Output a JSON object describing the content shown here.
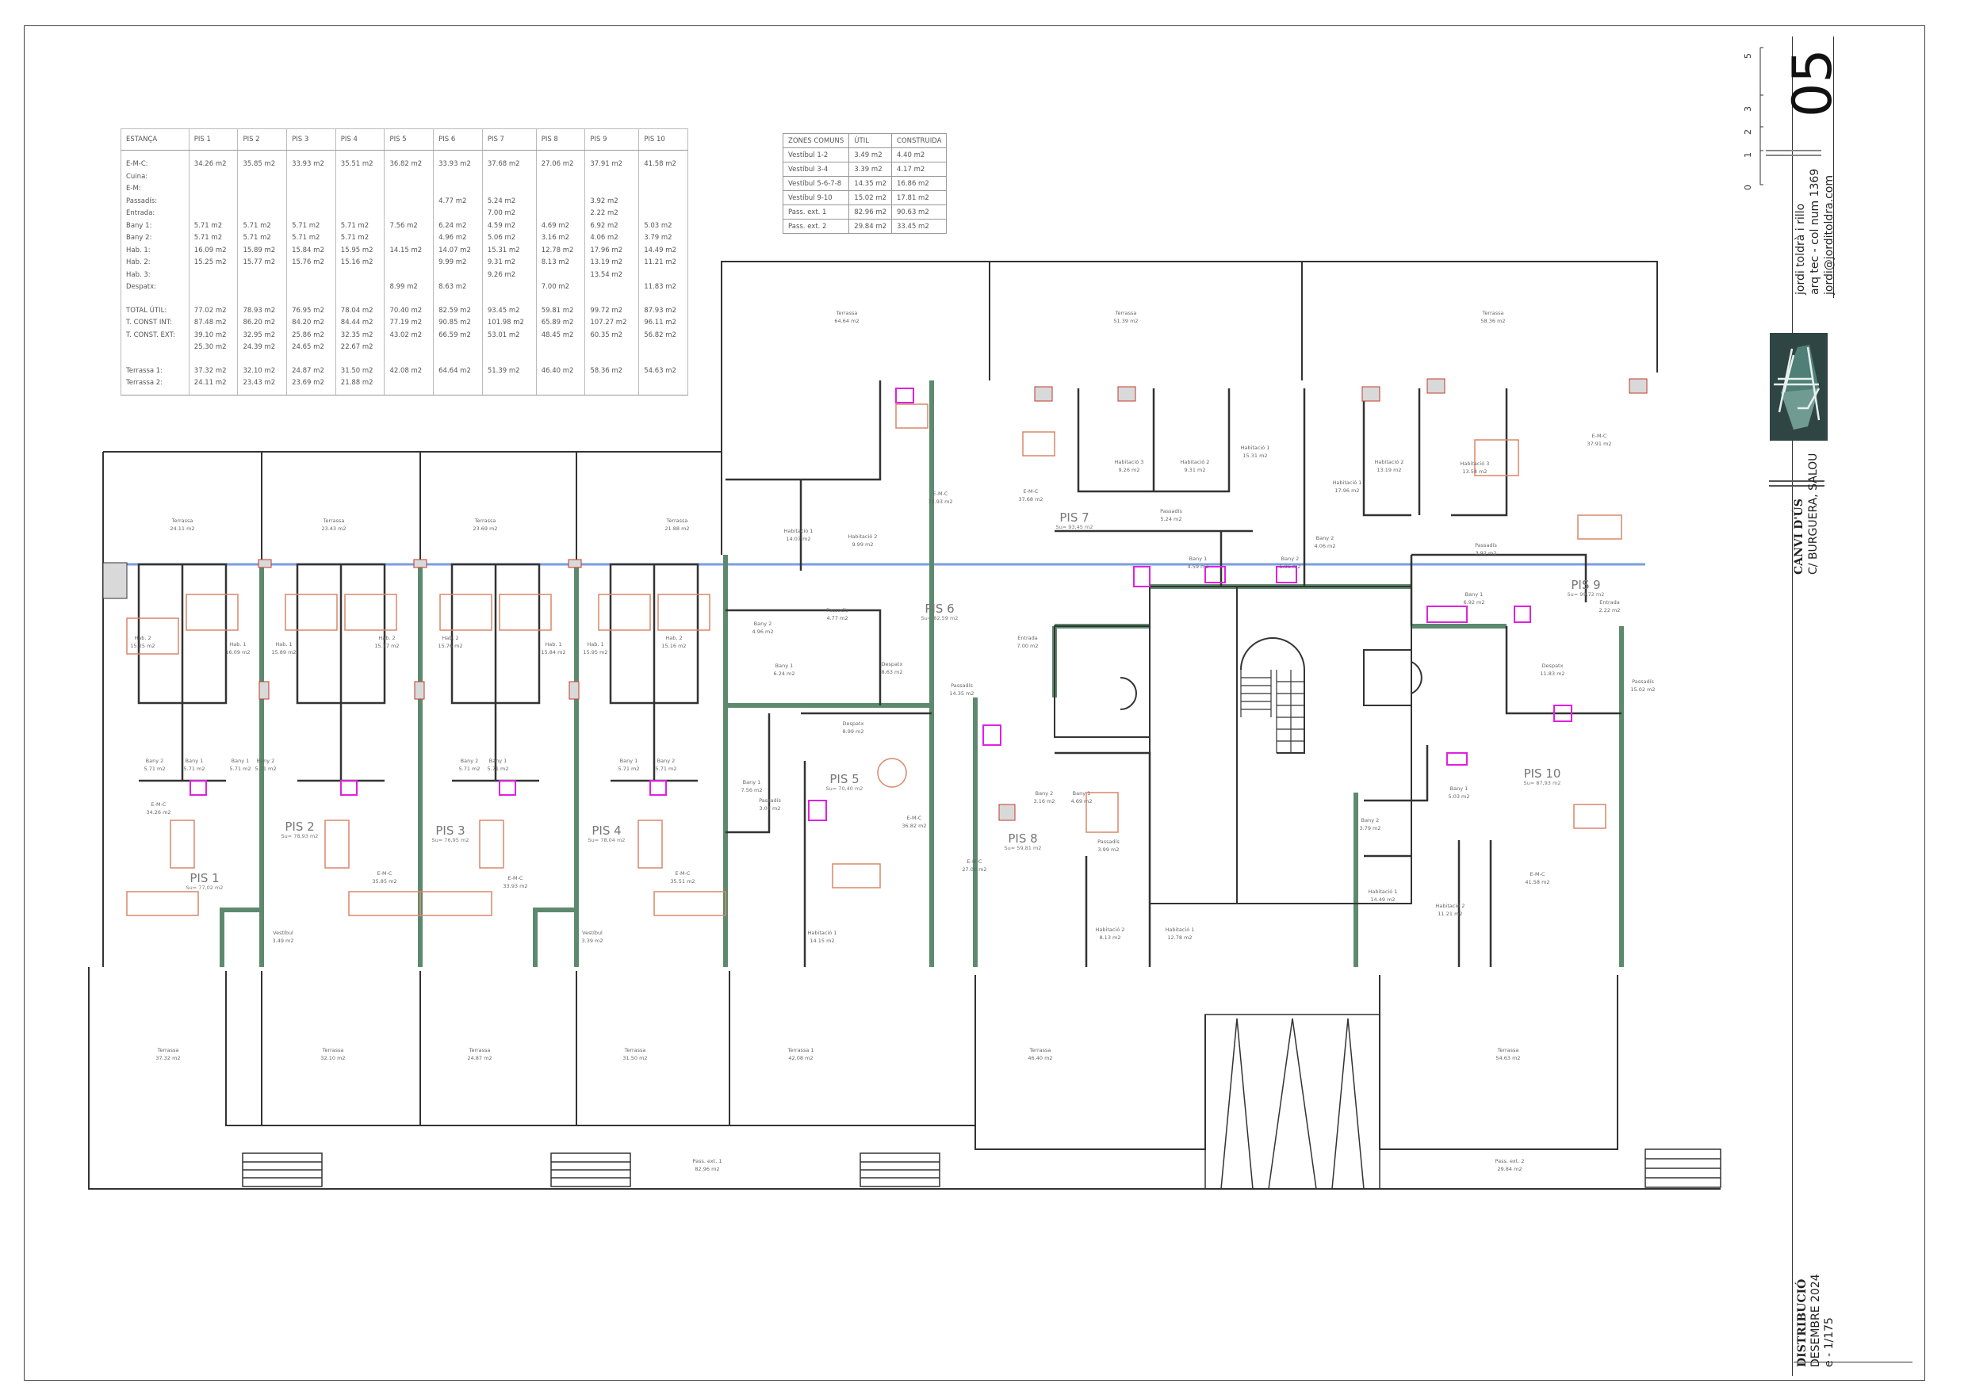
{
  "sheet": {
    "number": "05",
    "author": {
      "name": "jordi toldrà i rillo",
      "credentials": "arq tec - col num 1369",
      "email": "jordi@jorditoldra.com"
    },
    "project": {
      "title": "CANVI D'ÚS",
      "address": "C/ BURGUERA, SALOU"
    },
    "drawing": {
      "title": "DISTRIBUCIÓ",
      "date": "DESEMBRE 2024",
      "scale": "e - 1/175"
    },
    "scale_bar": [
      "0",
      "1",
      "2",
      "3",
      "5"
    ],
    "colors": {
      "structural_wall": "#5d8a6e",
      "furniture": "#d9876a",
      "sanitary": "#e020e0",
      "glazing": "#7c9ee0",
      "column": "#d9d9d9",
      "logo_bg": "#2f4544"
    }
  },
  "summary_table": {
    "headers": [
      "ESTANÇA",
      "PIS 1",
      "PIS 2",
      "PIS 3",
      "PIS 4",
      "PIS 5",
      "PIS 6",
      "PIS 7",
      "PIS 8",
      "PIS 9",
      "PIS 10"
    ],
    "rows": [
      {
        "label": "E-M-C:",
        "values": [
          "34.26 m2",
          "35.85 m2",
          "33.93 m2",
          "35.51 m2",
          "36.82 m2",
          "33.93 m2",
          "37.68 m2",
          "27.06 m2",
          "37.91 m2",
          "41.58 m2"
        ]
      },
      {
        "label": "Cuina:",
        "values": [
          "",
          "",
          "",
          "",
          "",
          "",
          "",
          "",
          "",
          ""
        ]
      },
      {
        "label": "E-M:",
        "values": [
          "",
          "",
          "",
          "",
          "",
          "",
          "",
          "",
          "",
          ""
        ]
      },
      {
        "label": "Passadís:",
        "values": [
          "",
          "",
          "",
          "",
          "",
          "4.77 m2",
          "5.24 m2",
          "",
          "3.92 m2",
          ""
        ]
      },
      {
        "label": "Entrada:",
        "values": [
          "",
          "",
          "",
          "",
          "",
          "",
          "7.00 m2",
          "",
          "2.22 m2",
          ""
        ]
      },
      {
        "label": "Bany 1:",
        "values": [
          "5.71 m2",
          "5.71 m2",
          "5.71 m2",
          "5.71 m2",
          "7.56 m2",
          "6.24 m2",
          "4.59 m2",
          "4.69 m2",
          "6.92 m2",
          "5.03 m2"
        ]
      },
      {
        "label": "Bany 2:",
        "values": [
          "5.71 m2",
          "5.71 m2",
          "5.71 m2",
          "5.71 m2",
          "",
          "4.96 m2",
          "5.06 m2",
          "3.16 m2",
          "4.06 m2",
          "3.79 m2"
        ]
      },
      {
        "label": "Hab. 1:",
        "values": [
          "16.09 m2",
          "15.89 m2",
          "15.84 m2",
          "15.95 m2",
          "14.15 m2",
          "14.07 m2",
          "15.31 m2",
          "12.78 m2",
          "17.96 m2",
          "14.49 m2"
        ]
      },
      {
        "label": "Hab. 2:",
        "values": [
          "15.25 m2",
          "15.77 m2",
          "15.76 m2",
          "15.16 m2",
          "",
          "9.99 m2",
          "9.31 m2",
          "8.13 m2",
          "13.19 m2",
          "11.21 m2"
        ]
      },
      {
        "label": "Hab. 3:",
        "values": [
          "",
          "",
          "",
          "",
          "",
          "",
          "9.26 m2",
          "",
          "13.54 m2",
          ""
        ]
      },
      {
        "label": "Despatx:",
        "values": [
          "",
          "",
          "",
          "",
          "8.99 m2",
          "8.63 m2",
          "",
          "7.00 m2",
          "",
          "11.83 m2"
        ]
      }
    ],
    "totals": [
      {
        "label": "TOTAL ÚTIL:",
        "values": [
          "77.02 m2",
          "78.93 m2",
          "76.95 m2",
          "78.04 m2",
          "70.40 m2",
          "82.59 m2",
          "93.45 m2",
          "59.81 m2",
          "99.72 m2",
          "87.93 m2"
        ]
      },
      {
        "label": "T. CONST INT:",
        "values": [
          "87.48 m2",
          "86.20 m2",
          "84.20 m2",
          "84.44 m2",
          "77.19 m2",
          "90.85 m2",
          "101.98 m2",
          "65.89 m2",
          "107.27 m2",
          "96.11 m2"
        ]
      },
      {
        "label": "T. CONST. EXT:",
        "values": [
          "39.10 m2",
          "32.95 m2",
          "25.86 m2",
          "32.35 m2",
          "43.02 m2",
          "66.59 m2",
          "53.01 m2",
          "48.45 m2",
          "60.35 m2",
          "56.82 m2"
        ]
      },
      {
        "label": "",
        "values": [
          "25.30 m2",
          "24.39 m2",
          "24.65 m2",
          "22.67 m2",
          "",
          "",
          "",
          "",
          "",
          ""
        ]
      }
    ],
    "terraces": [
      {
        "label": "Terrassa 1:",
        "values": [
          "37.32 m2",
          "32.10 m2",
          "24.87 m2",
          "31.50 m2",
          "42.08 m2",
          "64.64 m2",
          "51.39 m2",
          "46.40 m2",
          "58.36 m2",
          "54.63 m2"
        ]
      },
      {
        "label": "Terrassa 2:",
        "values": [
          "24.11 m2",
          "23.43 m2",
          "23.69 m2",
          "21.88 m2",
          "",
          "",
          "",
          "",
          "",
          ""
        ]
      }
    ]
  },
  "common_zones_table": {
    "headers": [
      "ZONES COMUNS",
      "ÚTIL",
      "CONSTRUIDA"
    ],
    "rows": [
      [
        "Vestíbul 1-2",
        "3.49 m2",
        "4.40 m2"
      ],
      [
        "Vestíbul 3-4",
        "3.39 m2",
        "4.17 m2"
      ],
      [
        "Vestíbul 5-6-7-8",
        "14.35 m2",
        "16.86 m2"
      ],
      [
        "Vestíbul 9-10",
        "15.02 m2",
        "17.81 m2"
      ],
      [
        "Pass. ext. 1",
        "82.96 m2",
        "90.63 m2"
      ],
      [
        "Pass. ext. 2",
        "29.84 m2",
        "33.45 m2"
      ]
    ]
  },
  "plan": {
    "units": [
      {
        "name": "PIS 1",
        "area": "Su= 77,02 m2"
      },
      {
        "name": "PIS 2",
        "area": "Su= 78,93 m2"
      },
      {
        "name": "PIS 3",
        "area": "Su= 76,95 m2"
      },
      {
        "name": "PIS 4",
        "area": "Su= 78,04 m2"
      },
      {
        "name": "PIS 5",
        "area": "Su= 70,40 m2"
      },
      {
        "name": "PIS 6",
        "area": "Su= 82,59 m2"
      },
      {
        "name": "PIS 7",
        "area": "Su= 93,45 m2"
      },
      {
        "name": "PIS 8",
        "area": "Su= 59,81 m2"
      },
      {
        "name": "PIS 9",
        "area": "Su= 99,72 m2"
      },
      {
        "name": "PIS 10",
        "area": "Su= 87,93 m2"
      }
    ],
    "rooms": [
      {
        "name": "Terrassa",
        "area": "24.11 m2"
      },
      {
        "name": "Terrassa",
        "area": "23.43 m2"
      },
      {
        "name": "Terrassa",
        "area": "23.69 m2"
      },
      {
        "name": "Terrassa",
        "area": "21.88 m2"
      },
      {
        "name": "Terrassa",
        "area": "64.64 m2"
      },
      {
        "name": "Terrassa",
        "area": "51.39 m2"
      },
      {
        "name": "Terrassa",
        "area": "58.36 m2"
      },
      {
        "name": "Hab. 2",
        "area": "15.25 m2"
      },
      {
        "name": "Hab. 1",
        "area": "16.09 m2"
      },
      {
        "name": "Hab. 1",
        "area": "15.89 m2"
      },
      {
        "name": "Hab. 2",
        "area": "15.77 m2"
      },
      {
        "name": "Hab. 2",
        "area": "15.76 m2"
      },
      {
        "name": "Hab. 1",
        "area": "15.84 m2"
      },
      {
        "name": "Hab. 1",
        "area": "15.95 m2"
      },
      {
        "name": "Hab. 2",
        "area": "15.16 m2"
      },
      {
        "name": "Bany 2",
        "area": "5.71 m2"
      },
      {
        "name": "Bany 1",
        "area": "5.71 m2"
      },
      {
        "name": "Bany 1",
        "area": "5.71 m2"
      },
      {
        "name": "Bany 2",
        "area": "5.71 m2"
      },
      {
        "name": "Bany 2",
        "area": "5.71 m2"
      },
      {
        "name": "Bany 1",
        "area": "5.71 m2"
      },
      {
        "name": "Bany 1",
        "area": "5.71 m2"
      },
      {
        "name": "Bany 2",
        "area": "5.71 m2"
      },
      {
        "name": "E-M-C",
        "area": "34.26 m2"
      },
      {
        "name": "E-M-C",
        "area": "35.85 m2"
      },
      {
        "name": "E-M-C",
        "area": "33.93 m2"
      },
      {
        "name": "E-M-C",
        "area": "35.51 m2"
      },
      {
        "name": "Vestíbul",
        "area": "3.49 m2"
      },
      {
        "name": "Vestíbul",
        "area": "3.39 m2"
      },
      {
        "name": "Habitació 1",
        "area": "14.07 m2"
      },
      {
        "name": "Habitació 2",
        "area": "9.99 m2"
      },
      {
        "name": "E-M-C",
        "area": "33.93 m2"
      },
      {
        "name": "Passadís",
        "area": "4.77 m2"
      },
      {
        "name": "Bany 2",
        "area": "4.96 m2"
      },
      {
        "name": "Bany 1",
        "area": "6.24 m2"
      },
      {
        "name": "Despatx",
        "area": "8.63 m2"
      },
      {
        "name": "Passadís",
        "area": "14.35 m2"
      },
      {
        "name": "E-M-C",
        "area": "37.68 m2"
      },
      {
        "name": "Habitació 3",
        "area": "9.26 m2"
      },
      {
        "name": "Habitació 2",
        "area": "9.31 m2"
      },
      {
        "name": "Habitació 1",
        "area": "15.31 m2"
      },
      {
        "name": "Passadís",
        "area": "5.24 m2"
      },
      {
        "name": "Bany 1",
        "area": "4.59 m2"
      },
      {
        "name": "Bany 2",
        "area": "5.06 m2"
      },
      {
        "name": "Entrada",
        "area": "7.00 m2"
      },
      {
        "name": "Habitació 1",
        "area": "17.96 m2"
      },
      {
        "name": "Habitació 2",
        "area": "13.19 m2"
      },
      {
        "name": "Habitació 3",
        "area": "13.54 m2"
      },
      {
        "name": "E-M-C",
        "area": "37.91 m2"
      },
      {
        "name": "Passadís",
        "area": "3.92 m2"
      },
      {
        "name": "Bany 2",
        "area": "4.06 m2"
      },
      {
        "name": "Bany 1",
        "area": "6.92 m2"
      },
      {
        "name": "Entrada",
        "area": "2.22 m2"
      },
      {
        "name": "Despatx",
        "area": "8.99 m2"
      },
      {
        "name": "Bany 1",
        "area": "7.56 m2"
      },
      {
        "name": "Passadís",
        "area": "3.07 m2"
      },
      {
        "name": "E-M-C",
        "area": "36.82 m2"
      },
      {
        "name": "Habitació 1",
        "area": "14.15 m2"
      },
      {
        "name": "Bany 2",
        "area": "3.16 m2"
      },
      {
        "name": "Bany 1",
        "area": "4.69 m2"
      },
      {
        "name": "Passadís",
        "area": "3.99 m2"
      },
      {
        "name": "E-M-C",
        "area": "27.06 m2"
      },
      {
        "name": "Habitació 2",
        "area": "8.13 m2"
      },
      {
        "name": "Habitació 1",
        "area": "12.78 m2"
      },
      {
        "name": "Despatx",
        "area": "11.83 m2"
      },
      {
        "name": "Passadís",
        "area": "15.02 m2"
      },
      {
        "name": "Bany 1",
        "area": "5.03 m2"
      },
      {
        "name": "Bany 2",
        "area": "3.79 m2"
      },
      {
        "name": "Habitació 1",
        "area": "14.49 m2"
      },
      {
        "name": "Habitació 2",
        "area": "11.21 m2"
      },
      {
        "name": "E-M-C",
        "area": "41.58 m2"
      },
      {
        "name": "Terrassa",
        "area": "37.32 m2"
      },
      {
        "name": "Terrassa",
        "area": "32.10 m2"
      },
      {
        "name": "Terrassa",
        "area": "24.87 m2"
      },
      {
        "name": "Terrassa",
        "area": "31.50 m2"
      },
      {
        "name": "Terrassa 1",
        "area": "42.08 m2"
      },
      {
        "name": "Terrassa",
        "area": "46.40 m2"
      },
      {
        "name": "Terrassa",
        "area": "54.63 m2"
      },
      {
        "name": "Pass. ext. 1",
        "area": "82.96 m2"
      },
      {
        "name": "Pass. ext. 2",
        "area": "29.84 m2"
      }
    ]
  }
}
